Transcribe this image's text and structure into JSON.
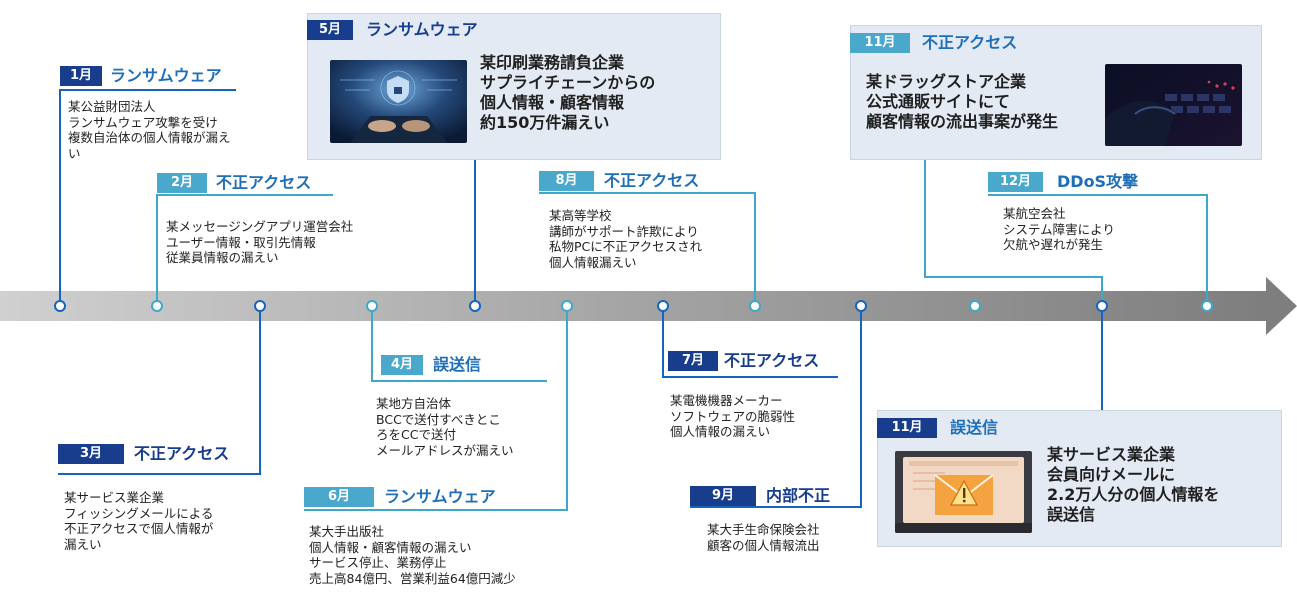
{
  "colors": {
    "dark_blue": "#173d8c",
    "light_blue": "#4aa8cc",
    "accent_text": "#1f6fb8",
    "timeline": "#8c8c8c",
    "panel": "#e4eaf3"
  },
  "events": {
    "jan": {
      "month": "1月",
      "category": "ランサムウェア",
      "text": "某公益財団法人\nランサムウェア攻撃を受け\n複数自治体の個人情報が漏え\nい"
    },
    "feb": {
      "month": "2月",
      "category": "不正アクセス",
      "text": "某メッセージングアプリ運営会社\nユーザー情報・取引先情報\n従業員情報の漏えい"
    },
    "mar": {
      "month": "3月",
      "category": "不正アクセス",
      "text": "某サービス業企業\nフィッシングメールによる\n不正アクセスで個人情報が\n漏えい"
    },
    "apr": {
      "month": "4月",
      "category": "誤送信",
      "text": "某地方自治体\nBCCで送付すべきとこ\nろをCCで送付\nメールアドレスが漏えい"
    },
    "may": {
      "month": "5月",
      "category": "ランサムウェア",
      "text": "某印刷業務請負企業\nサプライチェーンからの\n個人情報・顧客情報\n約150万件漏えい",
      "image": "cyber-security-hands-laptop"
    },
    "jun": {
      "month": "6月",
      "category": "ランサムウェア",
      "text": "某大手出版社\n個人情報・顧客情報の漏えい\nサービス停止、業務停止\n売上高84億円、営業利益64億円減少"
    },
    "jul": {
      "month": "7月",
      "category": "不正アクセス",
      "text": "某電機機器メーカー\nソフトウェアの脆弱性\n個人情報の漏えい"
    },
    "aug": {
      "month": "8月",
      "category": "不正アクセス",
      "text": "某高等学校\n講師がサポート詐欺により\n私物PCに不正アクセスされ\n個人情報漏えい"
    },
    "sep": {
      "month": "9月",
      "category": "内部不正",
      "text": "某大手生命保険会社\n顧客の個人情報流出"
    },
    "nov_a": {
      "month": "11月",
      "category": "不正アクセス",
      "text": "某ドラッグストア企業\n公式通販サイトにて\n顧客情報の流出事案が発生",
      "image": "hacker-keyboard"
    },
    "nov_b": {
      "month": "11月",
      "category": "誤送信",
      "text": "某サービス業企業\n会員向けメールに\n2.2万人分の個人情報を\n誤送信",
      "image": "email-warning-screen"
    },
    "dec": {
      "month": "12月",
      "category": "DDoS攻撃",
      "text": "某航空会社\nシステム障害により\n欠航や遅れが発生"
    }
  }
}
